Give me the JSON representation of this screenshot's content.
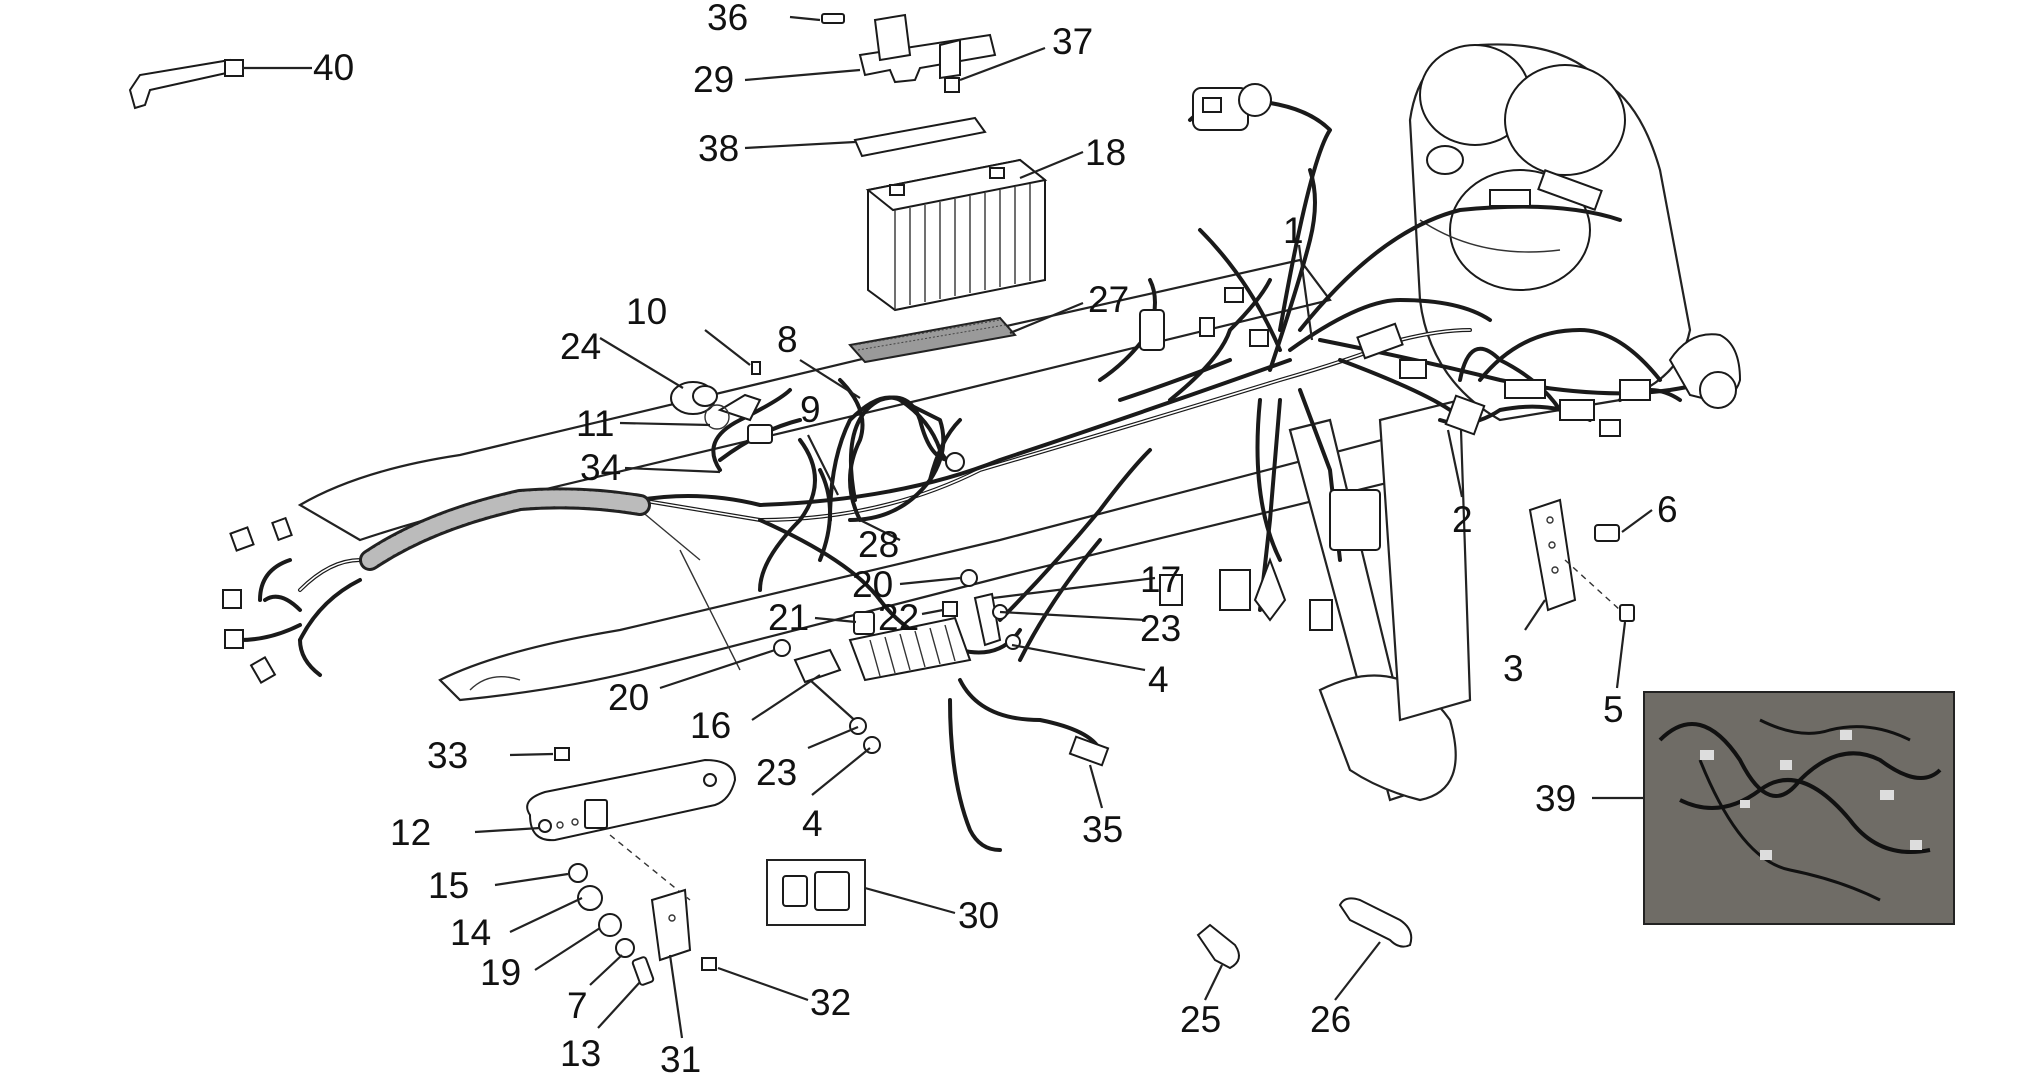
{
  "callouts": [
    {
      "id": "c1",
      "text": "1"
    },
    {
      "id": "c2",
      "text": "2"
    },
    {
      "id": "c3",
      "text": "3"
    },
    {
      "id": "c4a",
      "text": "4"
    },
    {
      "id": "c4b",
      "text": "4"
    },
    {
      "id": "c5",
      "text": "5"
    },
    {
      "id": "c6",
      "text": "6"
    },
    {
      "id": "c7",
      "text": "7"
    },
    {
      "id": "c8",
      "text": "8"
    },
    {
      "id": "c9",
      "text": "9"
    },
    {
      "id": "c10",
      "text": "10"
    },
    {
      "id": "c11",
      "text": "11"
    },
    {
      "id": "c12",
      "text": "12"
    },
    {
      "id": "c13",
      "text": "13"
    },
    {
      "id": "c14",
      "text": "14"
    },
    {
      "id": "c15",
      "text": "15"
    },
    {
      "id": "c16",
      "text": "16"
    },
    {
      "id": "c17",
      "text": "17"
    },
    {
      "id": "c18",
      "text": "18"
    },
    {
      "id": "c19",
      "text": "19"
    },
    {
      "id": "c20a",
      "text": "20"
    },
    {
      "id": "c20b",
      "text": "20"
    },
    {
      "id": "c21",
      "text": "21"
    },
    {
      "id": "c22",
      "text": "22"
    },
    {
      "id": "c23a",
      "text": "23"
    },
    {
      "id": "c23b",
      "text": "23"
    },
    {
      "id": "c24",
      "text": "24"
    },
    {
      "id": "c25",
      "text": "25"
    },
    {
      "id": "c26",
      "text": "26"
    },
    {
      "id": "c27",
      "text": "27"
    },
    {
      "id": "c28",
      "text": "28"
    },
    {
      "id": "c29",
      "text": "29"
    },
    {
      "id": "c30",
      "text": "30"
    },
    {
      "id": "c31",
      "text": "31"
    },
    {
      "id": "c32",
      "text": "32"
    },
    {
      "id": "c33",
      "text": "33"
    },
    {
      "id": "c34",
      "text": "34"
    },
    {
      "id": "c35",
      "text": "35"
    },
    {
      "id": "c36",
      "text": "36"
    },
    {
      "id": "c37",
      "text": "37"
    },
    {
      "id": "c38",
      "text": "38"
    },
    {
      "id": "c39",
      "text": "39"
    },
    {
      "id": "c40",
      "text": "40"
    }
  ],
  "colors": {
    "ink": "#111111",
    "photo_bg": "#6f6c66",
    "background": "#ffffff"
  }
}
